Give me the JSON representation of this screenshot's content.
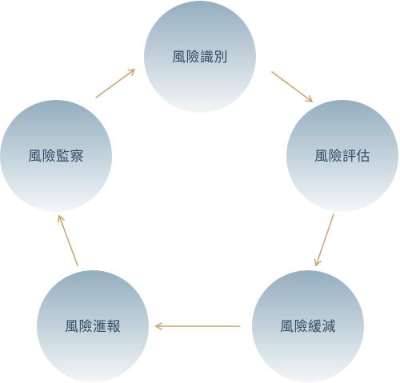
{
  "diagram": {
    "type": "cycle",
    "nodes": [
      {
        "id": "identify",
        "label": "風險識別"
      },
      {
        "id": "assess",
        "label": "風險評估"
      },
      {
        "id": "mitigate",
        "label": "風險緩減"
      },
      {
        "id": "report",
        "label": "風險滙報"
      },
      {
        "id": "monitor",
        "label": "風險監察"
      }
    ],
    "edges": [
      {
        "from": "identify",
        "to": "assess"
      },
      {
        "from": "assess",
        "to": "mitigate"
      },
      {
        "from": "mitigate",
        "to": "report"
      },
      {
        "from": "report",
        "to": "monitor"
      },
      {
        "from": "monitor",
        "to": "identify"
      }
    ],
    "colors": {
      "circle_top": "#93aebf",
      "circle_bottom": "#f3f6f8",
      "label": "#2f4b63",
      "arrow": "#c9a26b"
    }
  }
}
